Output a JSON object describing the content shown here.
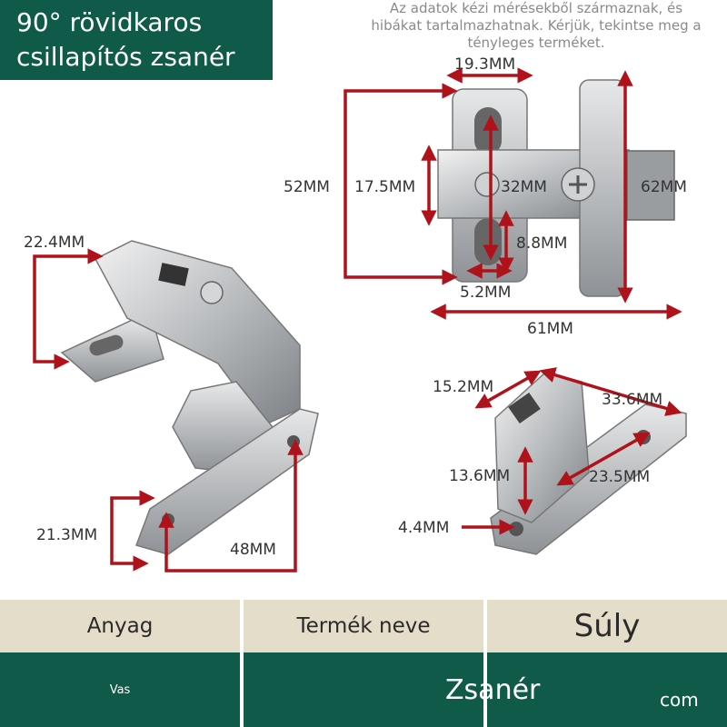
{
  "title": {
    "line1": "90° rövidkaros",
    "line2": "csillapítós zsanér"
  },
  "disclaimer": {
    "line1": "Az adatok kézi mérésekből származnak, és",
    "line2": "hibákat tartalmazhatnak. Kérjük, tekintse meg a",
    "line3": "tényleges terméket."
  },
  "dimensions": {
    "top_width": "19.3MM",
    "top_height": "52MM",
    "inner_height": "17.5MM",
    "center": "32MM",
    "right_height": "62MM",
    "slot": "8.8MM",
    "slot_width": "5.2MM",
    "total_width": "61MM",
    "arm_width": "22.4MM",
    "base_height": "21.3MM",
    "base_width": "48MM",
    "plate_top": "15.2MM",
    "plate_length": "33.6MM",
    "plate_height": "13.6MM",
    "plate_span": "23.5MM",
    "hole": "4.4MM"
  },
  "table": {
    "headers": [
      "Anyag",
      "Termék neve",
      "Súly"
    ],
    "material": "Vas",
    "product": "Zsanér",
    "suffix": "com"
  },
  "colors": {
    "brand_green": "#0f5a49",
    "header_beige": "#e4ddc9",
    "dimension_red": "#b0121b"
  }
}
